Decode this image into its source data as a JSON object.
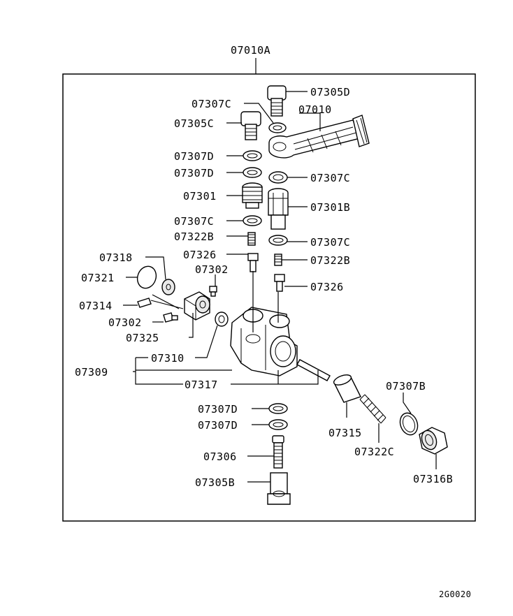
{
  "assembly_label": "07010A",
  "figure_code": "2G0020",
  "callouts": {
    "p07305D": "07305D",
    "p07307C_a": "07307C",
    "p07010": "07010",
    "p07305C": "07305C",
    "p07307D_a": "07307D",
    "p07307D_b": "07307D",
    "p07307C_b": "07307C",
    "p07301": "07301",
    "p07301B": "07301B",
    "p07307C_c": "07307C",
    "p07322B_a": "07322B",
    "p07307C_d": "07307C",
    "p07326_a": "07326",
    "p07322B_b": "07322B",
    "p07318": "07318",
    "p07302_a": "07302",
    "p07321": "07321",
    "p07326_b": "07326",
    "p07314": "07314",
    "p07302_b": "07302",
    "p07325": "07325",
    "p07310": "07310",
    "p07309": "07309",
    "p07317": "07317",
    "p07307B": "07307B",
    "p07307D_c": "07307D",
    "p07307D_d": "07307D",
    "p07315": "07315",
    "p07322C": "07322C",
    "p07306": "07306",
    "p07316B": "07316B",
    "p07305B": "07305B"
  }
}
